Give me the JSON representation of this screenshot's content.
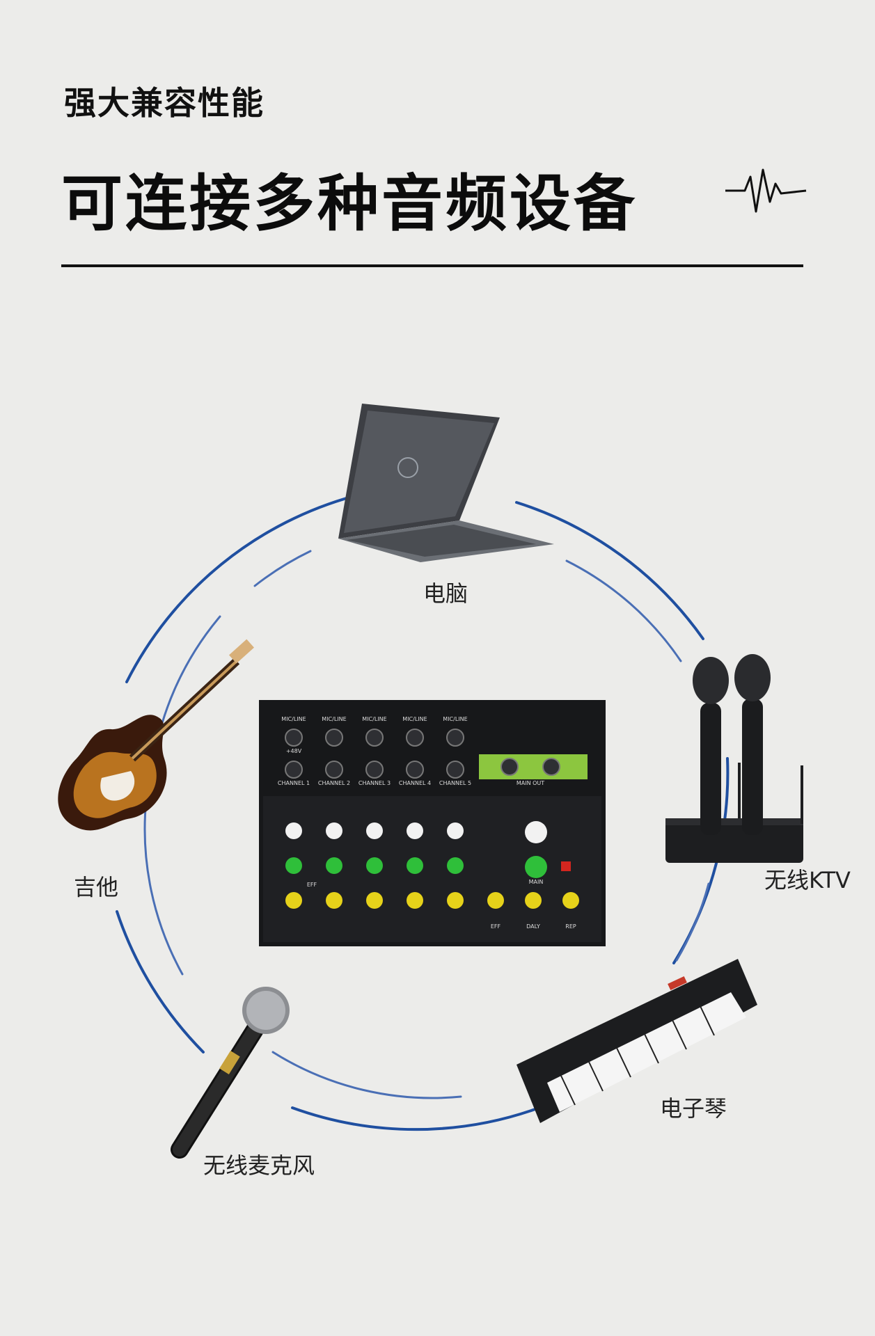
{
  "header": {
    "subtitle": "强大兼容性能",
    "title": "可连接多种音频设备"
  },
  "devices": {
    "laptop": "电脑",
    "guitar": "吉他",
    "wireless_ktv": "无线KTV",
    "keyboard": "电子琴",
    "wireless_mic": "无线麦克风"
  },
  "mixer": {
    "input_labels": [
      "MIC/LINE",
      "MIC/LINE",
      "MIC/LINE",
      "MIC/LINE",
      "MIC/LINE"
    ],
    "phantom": "+48V",
    "channels": [
      "CHANNEL 1",
      "CHANNEL 2",
      "CHANNEL 3",
      "CHANNEL 4",
      "CHANNEL 5"
    ],
    "main_out": "MAIN OUT",
    "fx_labels": [
      "EFF",
      "DALY",
      "REP"
    ],
    "main_label": "MAIN",
    "eff_tag": "EFF"
  },
  "colors": {
    "background": "#ececea",
    "ring": "#1f4fa0",
    "accent_green": "#8cc63f",
    "knob_yellow": "#e6d21a"
  }
}
